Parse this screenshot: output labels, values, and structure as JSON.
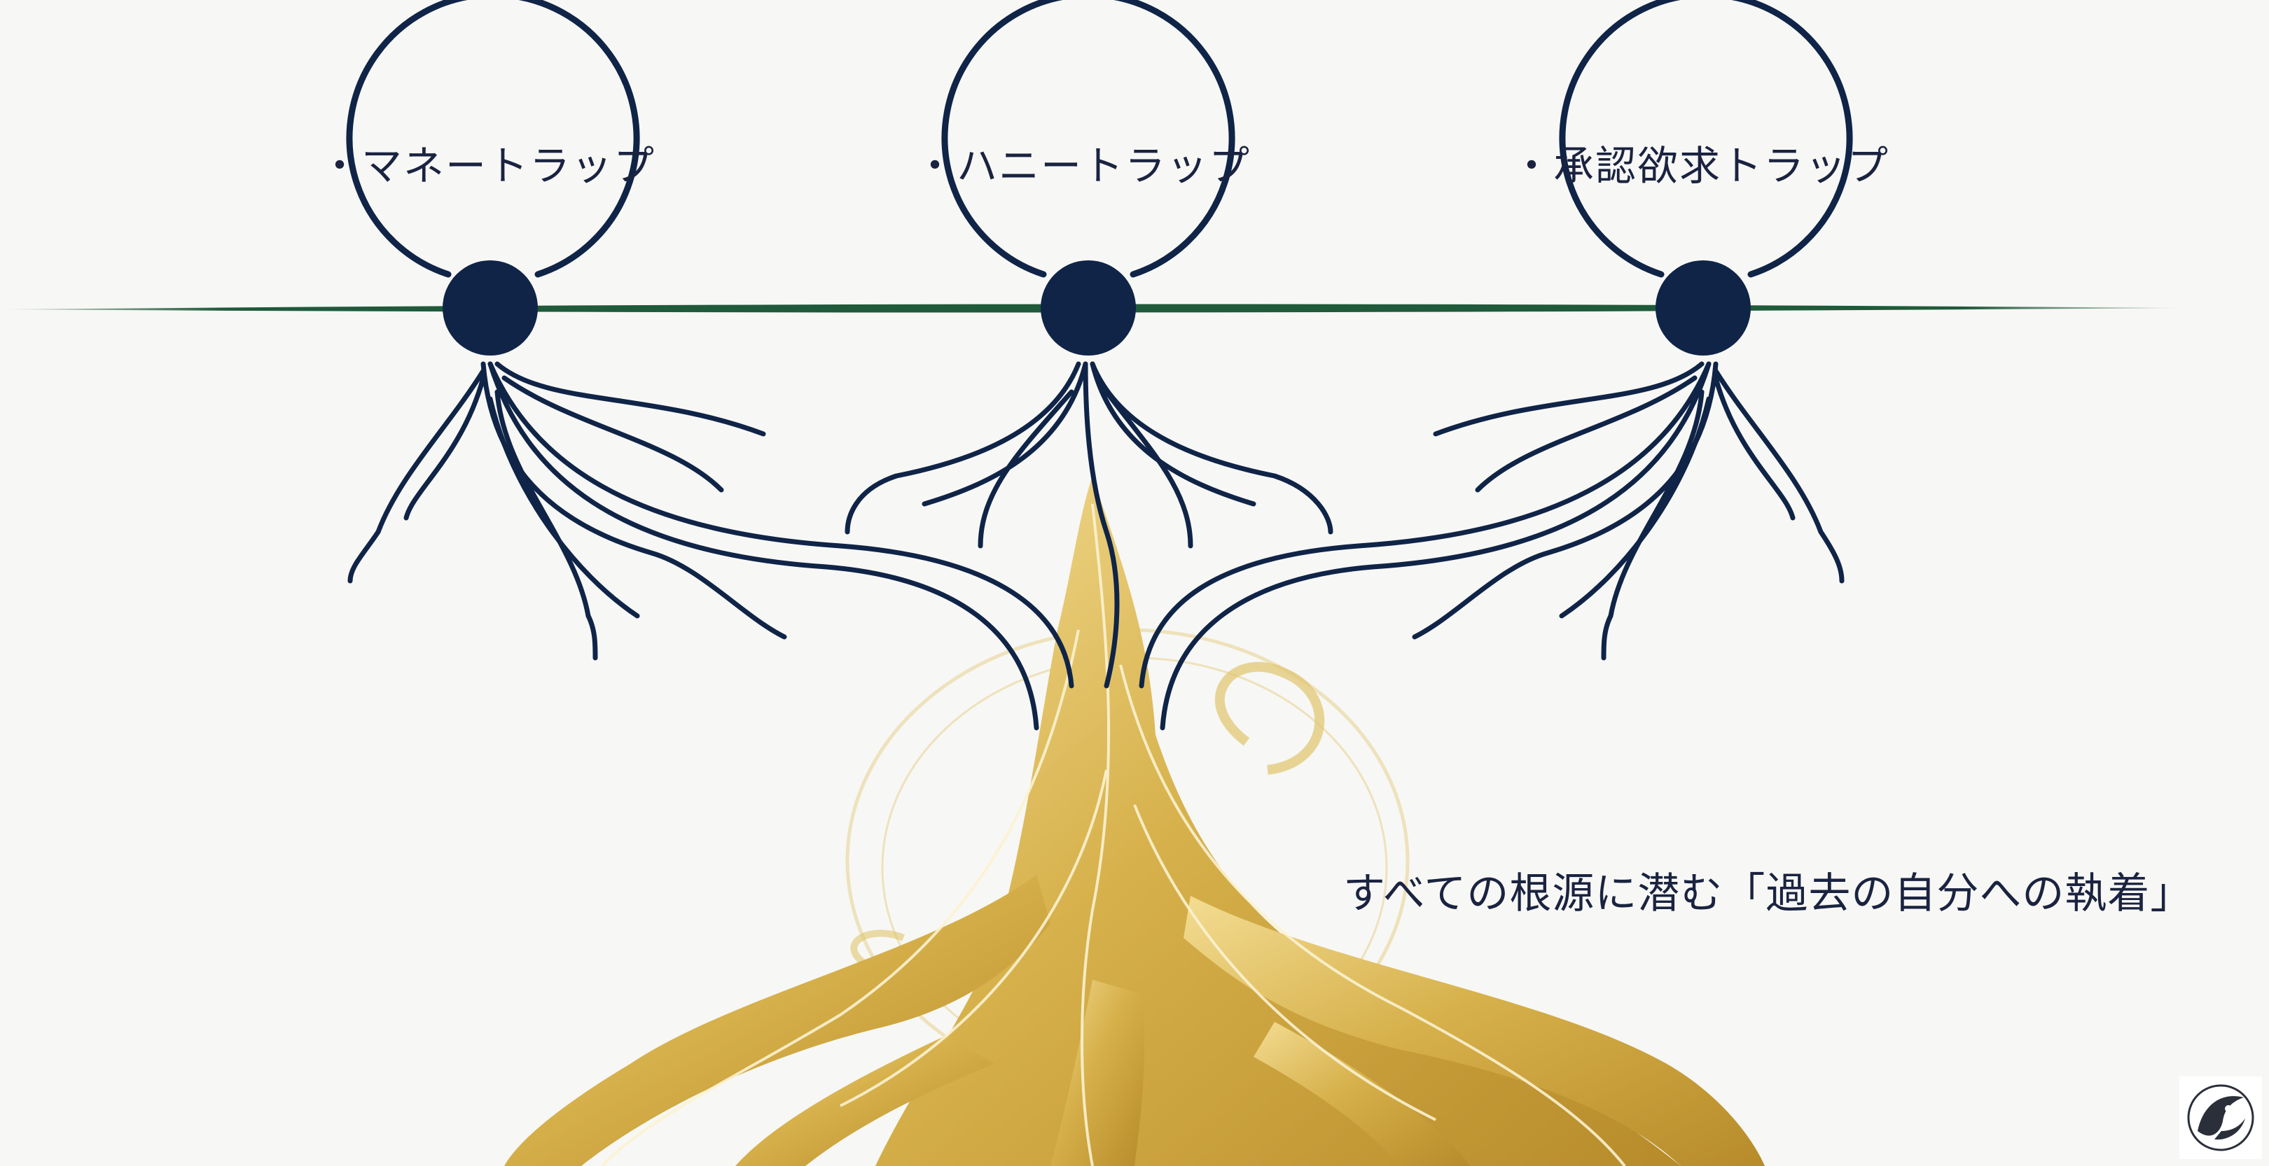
{
  "diagram": {
    "traps": [
      {
        "label": "・マネートラップ"
      },
      {
        "label": "・ハニートラップ"
      },
      {
        "label": "・承認欲求トラップ"
      }
    ],
    "root_caption": "すべての根源に潜む「過去の自分への執着」"
  },
  "colors": {
    "navy": "#0f2447",
    "green_line": "#1f5a3a",
    "gold": "#d4af46",
    "gold_light": "#f2d98a",
    "background": "#f7f7f5"
  },
  "icons": {
    "logo": "logo-icon"
  }
}
